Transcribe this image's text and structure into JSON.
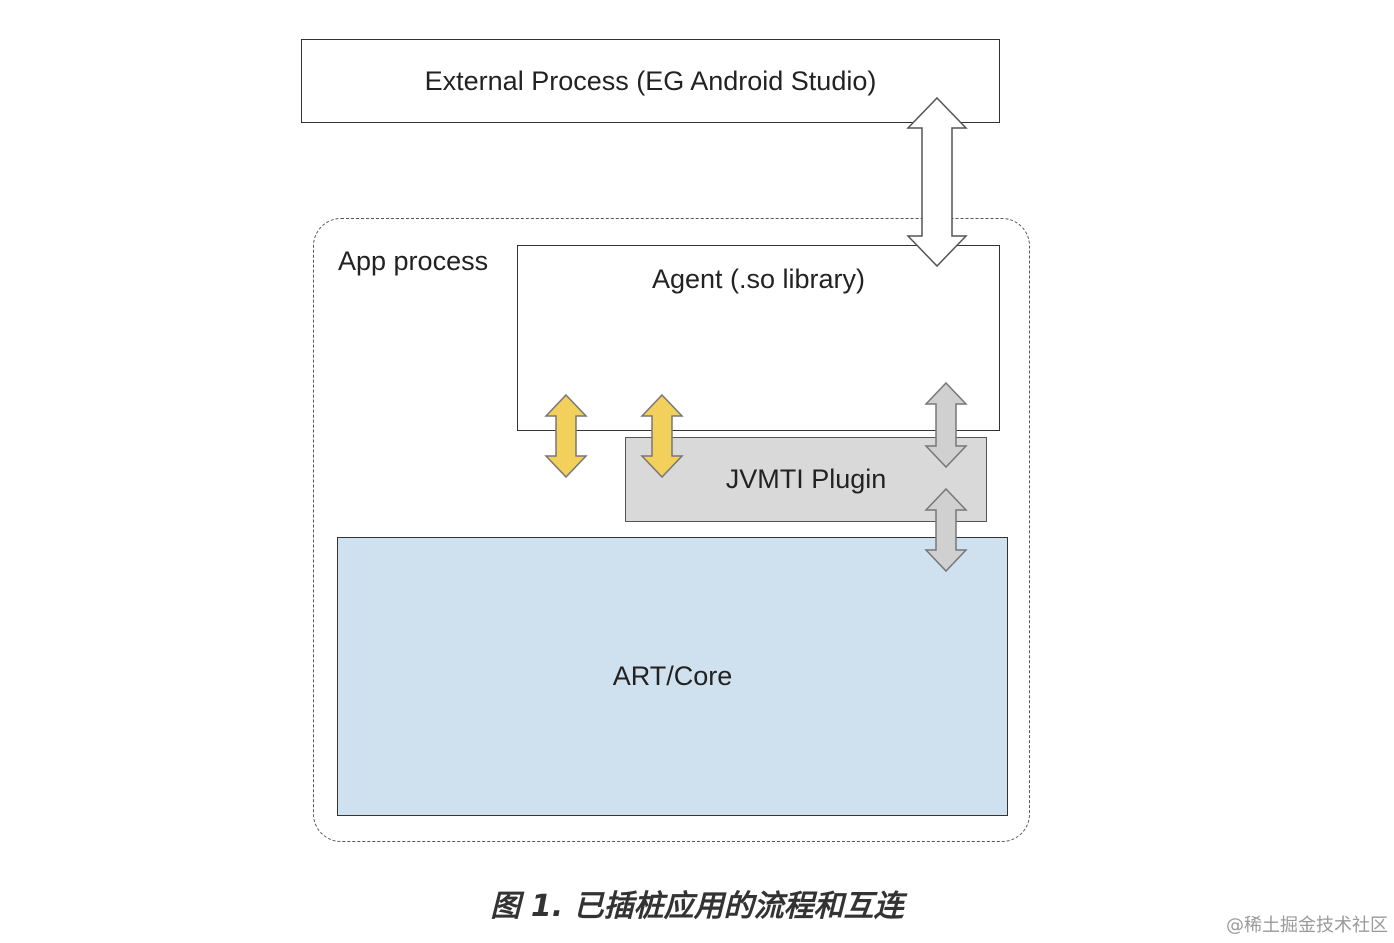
{
  "diagram": {
    "external_process": "External Process (EG Android Studio)",
    "app_process": "App process",
    "agent": "Agent (.so library)",
    "jvmti_plugin": "JVMTI Plugin",
    "art_core": "ART/Core"
  },
  "caption": "图 1. 已插桩应用的流程和互连",
  "watermark": "@稀土掘金技术社区",
  "colors": {
    "art_fill": "#cfe0ef",
    "jvmti_fill": "#d9d9d9",
    "yellow_arrow": "#f3cf5c",
    "gray_arrow": "#d0d0d0",
    "white_arrow": "#ffffff"
  }
}
